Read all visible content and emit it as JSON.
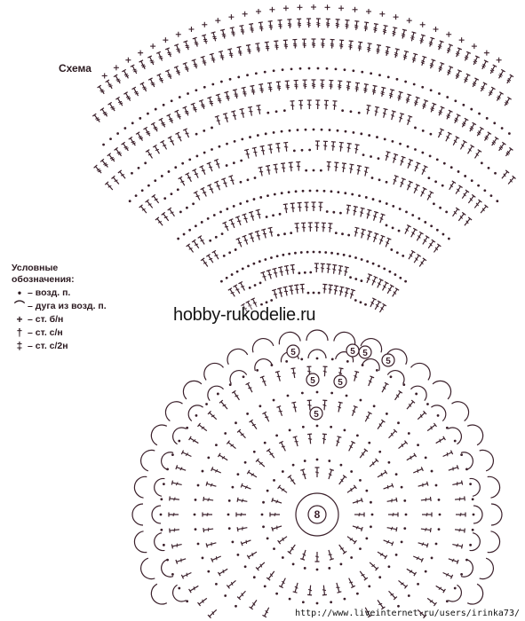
{
  "title": "Схема",
  "legend": {
    "heading": "Условные обозначения:",
    "items": [
      {
        "symbol": "•",
        "icon": "chain-dot-icon",
        "text": "– возд. п."
      },
      {
        "symbol": "⌒",
        "icon": "arc-icon",
        "text": "– дуга из возд. п."
      },
      {
        "symbol": "+",
        "icon": "single-crochet-icon",
        "text": "– ст. б/н"
      },
      {
        "symbol": "†",
        "icon": "double-crochet-icon",
        "text": "– ст. с/н"
      },
      {
        "symbol": "‡",
        "icon": "treble-crochet-icon",
        "text": "– ст. с/2н"
      }
    ]
  },
  "watermark": "hobby-rukodelie.ru",
  "source_url": "http://www.liveinternet.ru/users/irinka73/",
  "center_label": "8",
  "arch_labels": [
    "5",
    "5",
    "5",
    "5",
    "5",
    "5",
    "5"
  ],
  "colors": {
    "ink": "#3a1f2a",
    "paper": "#ffffff"
  }
}
